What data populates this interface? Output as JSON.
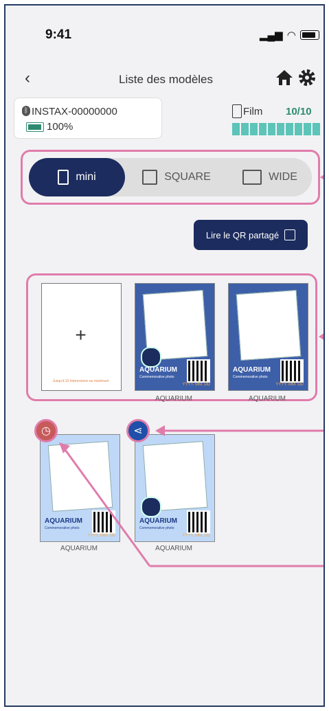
{
  "status_bar": {
    "time": "9:41",
    "signal_icon": "signal-icon",
    "wifi_icon": "wifi-icon",
    "battery_icon": "battery-icon"
  },
  "nav": {
    "back_icon": "chevron-left-icon",
    "title": "Liste des modèles",
    "home_icon": "home-icon",
    "settings_icon": "gear-icon"
  },
  "device": {
    "name": "INSTAX-00000000",
    "battery": "100%",
    "film_label": "Film",
    "film_count": "10/10",
    "film_remaining": 10,
    "film_total": 10
  },
  "format_tabs": [
    {
      "label": "mini",
      "active": true,
      "icon": "mini-format-icon"
    },
    {
      "label": "SQUARE",
      "active": false,
      "icon": "square-format-icon"
    },
    {
      "label": "WIDE",
      "active": false,
      "icon": "wide-format-icon"
    }
  ],
  "qr_button": {
    "label": "Lire le QR partagé",
    "icon": "qr-icon"
  },
  "add_card": {
    "plus": "+",
    "note": "Jusqu'à 10 impressions au maximum"
  },
  "templates_row1": [
    {
      "caption": "AQUARIUM",
      "brand": "AQUARIUM",
      "sub": "Commemorative photo",
      "date": "YYYY. MM. DD"
    },
    {
      "caption": "AQUARIUM",
      "brand": "AQUARIUM",
      "sub": "Commemorative photo",
      "date": "YYYY. MM. DD"
    }
  ],
  "templates_row2": [
    {
      "caption": "AQUARIUM",
      "brand": "AQUARIUM",
      "sub": "Commemorative photo",
      "date": "YYYY. MM. DD",
      "badge_icon": "expiry-clock-icon"
    },
    {
      "caption": "AQUARIUM",
      "brand": "AQUARIUM",
      "sub": "Commemorative photo",
      "date": "YYYY. MM. DD",
      "badge_icon": "share-icon"
    }
  ],
  "colors": {
    "navy": "#1c2c5e",
    "pink_highlight": "#e07cab",
    "teal": "#5cc4b8",
    "expiry_badge": "#c75a5a",
    "share_badge": "#1f4fa8"
  }
}
